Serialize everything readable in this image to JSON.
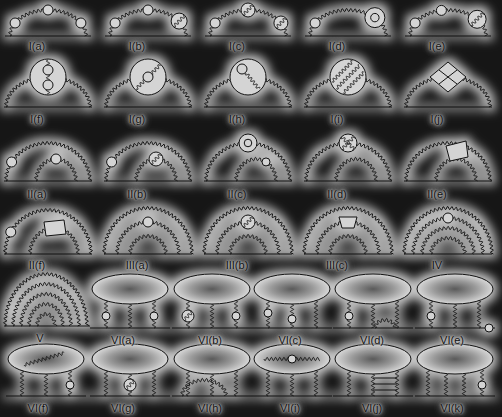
{
  "diagram": {
    "labels": [
      "I(a)",
      "I(b)",
      "I(c)",
      "I(d)",
      "I(e)",
      "I(f)",
      "I(g)",
      "I(h)",
      "I(i)",
      "I(j)",
      "II(a)",
      "II(b)",
      "II(c)",
      "II(d)",
      "II(e)",
      "II(f)",
      "III(a)",
      "III(b)",
      "III(c)",
      "IV",
      "V",
      "VI(a)",
      "VI(b)",
      "VI(c)",
      "VI(d)",
      "VI(e)",
      "VI(f)",
      "VI(g)",
      "VI(h)",
      "VI(i)",
      "VI(j)",
      "VI(k)"
    ]
  }
}
